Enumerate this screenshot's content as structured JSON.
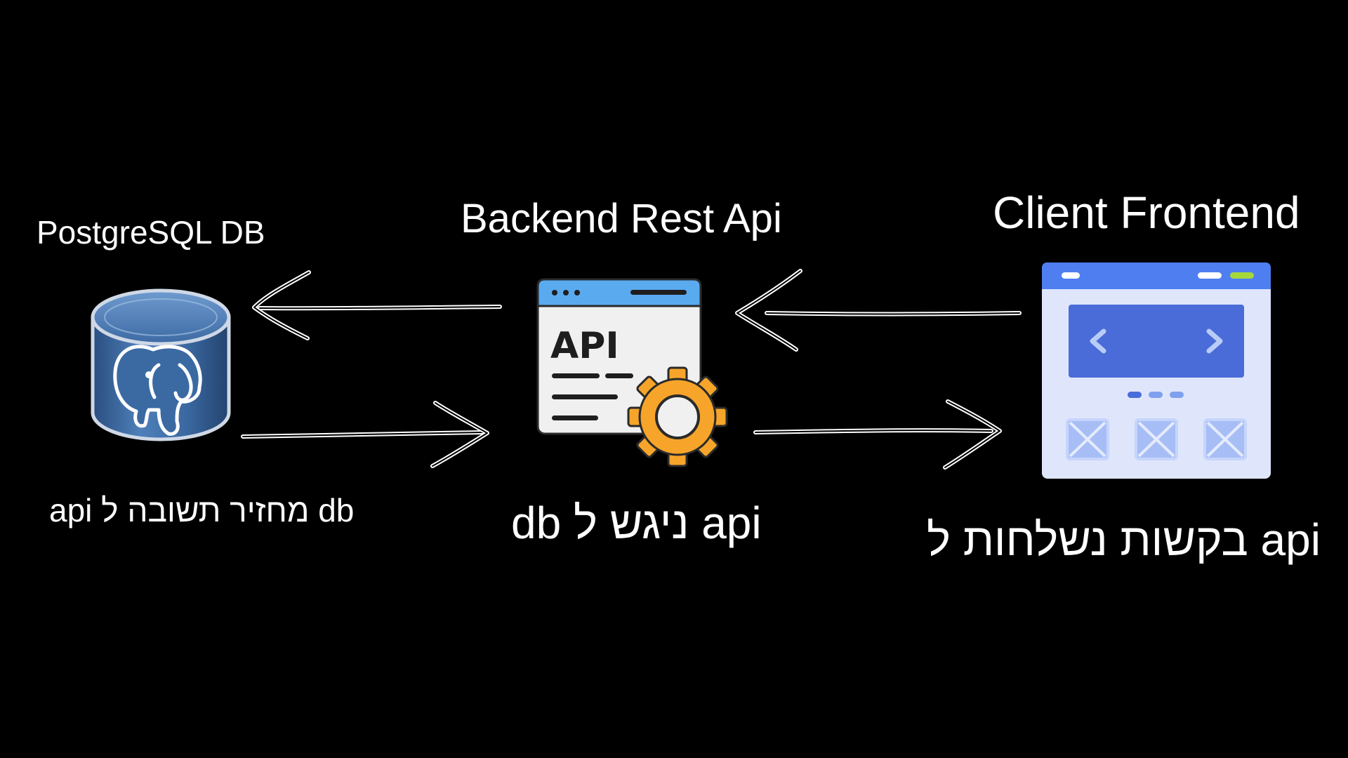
{
  "nodes": {
    "postgres": {
      "title": "PostgreSQL DB",
      "caption": "api מחזיר תשובה ל db",
      "icon": "postgresql-elephant-database-icon"
    },
    "backend": {
      "title": "Backend Rest Api",
      "caption": "db ניגש ל api",
      "icon_text": "API",
      "icon": "api-window-gear-icon"
    },
    "client": {
      "title": "Client Frontend",
      "caption": "בקשות נשלחות ל api",
      "icon": "browser-window-carousel-icon"
    }
  },
  "arrows": [
    {
      "from": "backend",
      "to": "postgres",
      "direction": "left"
    },
    {
      "from": "postgres",
      "to": "backend",
      "direction": "right"
    },
    {
      "from": "client",
      "to": "backend",
      "direction": "left"
    },
    {
      "from": "backend",
      "to": "client",
      "direction": "right"
    }
  ],
  "colors": {
    "background": "#000000",
    "text": "#ffffff",
    "db_blue": "#3f6aa0",
    "api_blue": "#5aaaf0",
    "gear_orange": "#f6a52a",
    "browser_blue": "#4f7ef0",
    "browser_light": "#dfe6fc"
  }
}
